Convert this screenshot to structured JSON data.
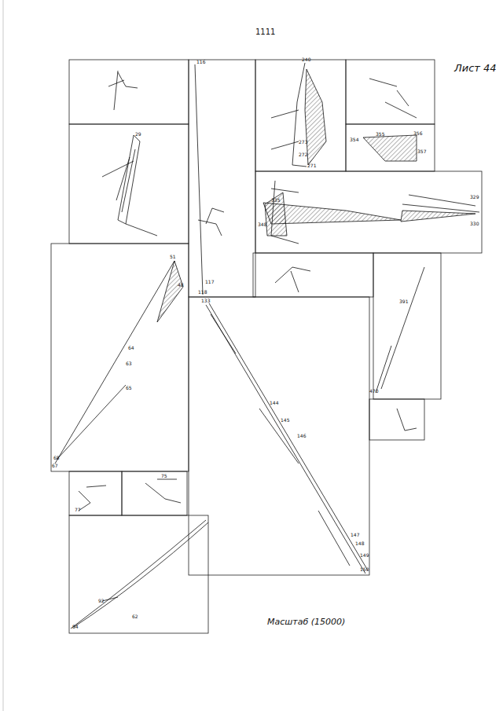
{
  "diagram": {
    "labels": [
      "1111",
      "Лист 44",
      "Масштаб (15000)",
      "240",
      "271",
      "272",
      "273",
      "116",
      "117",
      "118",
      "133",
      "144",
      "145",
      "146",
      "147",
      "148",
      "149",
      "150",
      "51",
      "48",
      "64",
      "63",
      "65",
      "68",
      "67",
      "29",
      "329",
      "330",
      "335",
      "348",
      "355",
      "356",
      "357",
      "354",
      "391",
      "470",
      "75",
      "77",
      "84",
      "92",
      "62"
    ]
  }
}
